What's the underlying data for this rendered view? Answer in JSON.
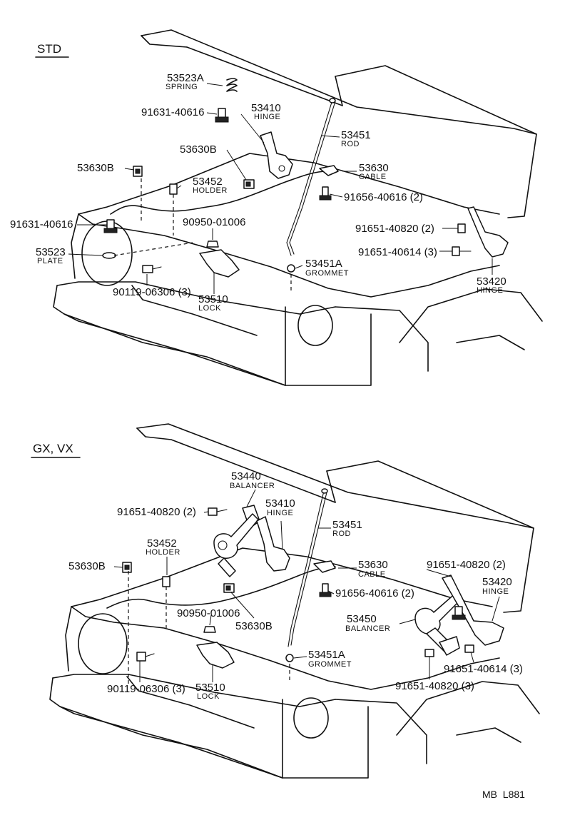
{
  "sections": {
    "std": "STD",
    "gx": "GX, VX"
  },
  "std_labels": {
    "p53523A": "53523A",
    "p53523A_name": "SPRING",
    "p91631_a": "91631-40616",
    "p53410": "53410",
    "p53410_name": "HINGE",
    "p53451": "53451",
    "p53451_name": "ROD",
    "p53630B_a": "53630B",
    "p53630B_b": "53630B",
    "p53630": "53630",
    "p53630_name": "CABLE",
    "p53452": "53452",
    "p53452_name": "HOLDER",
    "p91656": "91656-40616 (2)",
    "p91631_b": "91631-40616",
    "p90950": "90950-01006",
    "p91651_40820": "91651-40820 (2)",
    "p53523": "53523",
    "p53523_name": "PLATE",
    "p53451A": "53451A",
    "p53451A_name": "GROMMET",
    "p91651_40614": "91651-40614 (3)",
    "p90119": "90119-06306 (3)",
    "p53510": "53510",
    "p53510_name": "LOCK",
    "p53420": "53420",
    "p53420_name": "HINGE"
  },
  "gx_labels": {
    "p53440": "53440",
    "p53440_name": "BALANCER",
    "p91651_a": "91651-40820 (2)",
    "p53410": "53410",
    "p53410_name": "HINGE",
    "p53451": "53451",
    "p53451_name": "ROD",
    "p53452": "53452",
    "p53452_name": "HOLDER",
    "p53630B_a": "53630B",
    "p53630": "53630",
    "p53630_name": "CABLE",
    "p91651_b": "91651-40820 (2)",
    "p53420": "53420",
    "p53420_name": "HINGE",
    "p91656": "91656-40616 (2)",
    "p90950": "90950-01006",
    "p53630B_b": "53630B",
    "p53450": "53450",
    "p53450_name": "BALANCER",
    "p53451A": "53451A",
    "p53451A_name": "GROMMET",
    "p91651_40614": "91651-40614 (3)",
    "p90119": "90119-06306 (3)",
    "p53510": "53510",
    "p53510_name": "LOCK",
    "p91651_c": "91651-40820 (3)"
  },
  "footer": {
    "code": "MB  L881"
  },
  "icons": {
    "bolt": "bolt-icon",
    "spring": "spring-icon",
    "clip": "clip-icon",
    "grommet": "grommet-icon"
  }
}
